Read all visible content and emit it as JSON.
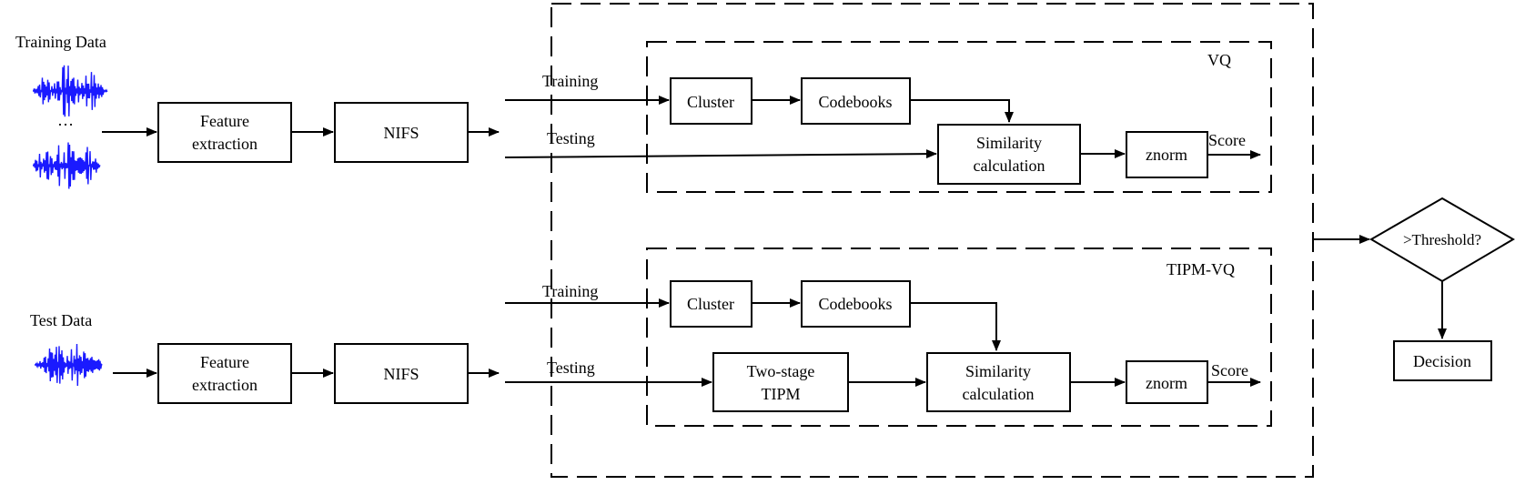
{
  "inputs": {
    "training_label": "Training Data",
    "ellipsis": "…",
    "test_label": "Test Data"
  },
  "pipeline_top": {
    "feature_line1": "Feature",
    "feature_line2": "extraction",
    "nifs": "NIFS"
  },
  "pipeline_bottom": {
    "feature_line1": "Feature",
    "feature_line2": "extraction",
    "nifs": "NIFS"
  },
  "vq": {
    "title": "VQ",
    "training_label": "Training",
    "testing_label": "Testing",
    "cluster": "Cluster",
    "codebooks": "Codebooks",
    "similarity_line1": "Similarity",
    "similarity_line2": "calculation",
    "znorm": "znorm",
    "score": "Score"
  },
  "tipm_vq": {
    "title": "TIPM-VQ",
    "training_label": "Training",
    "testing_label": "Testing",
    "cluster": "Cluster",
    "codebooks": "Codebooks",
    "tipm_line1": "Two-stage",
    "tipm_line2": "TIPM",
    "similarity_line1": "Similarity",
    "similarity_line2": "calculation",
    "znorm": "znorm",
    "score": "Score"
  },
  "decision": {
    "threshold": ">Threshold?",
    "decision": "Decision"
  },
  "colors": {
    "waveform": "#1a1aff",
    "stroke": "#000000"
  }
}
